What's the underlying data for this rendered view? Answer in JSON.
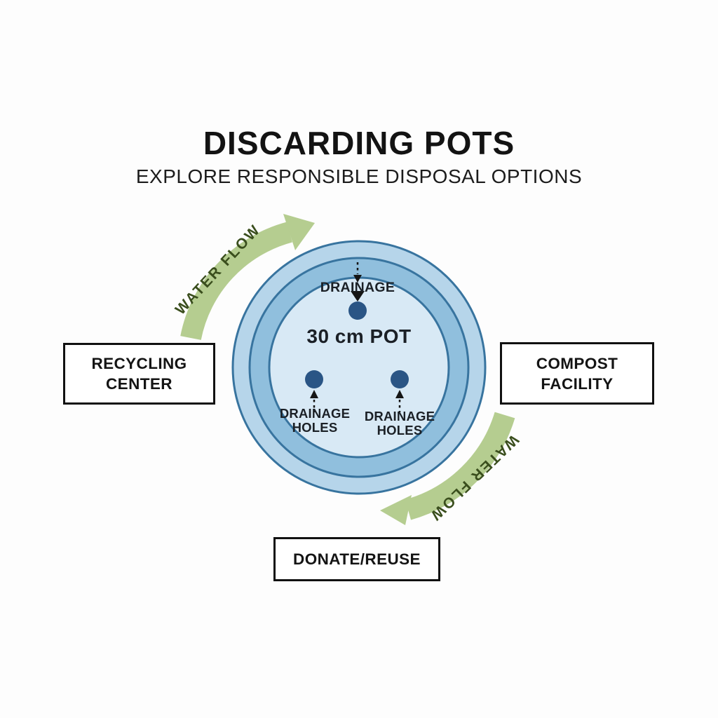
{
  "title": "DISCARDING POTS",
  "subtitle": "EXPLORE RESPONSIBLE DISPOSAL OPTIONS",
  "pot": {
    "size_label": "30 cm POT",
    "drainage_label": "DRAINAGE",
    "drainage_holes_label": "DRAINAGE\nHOLES",
    "hole_count": "3",
    "colors": {
      "outer_ring": "#b6d5ea",
      "middle_ring": "#90bfdd",
      "inner_fill": "#d8e9f5",
      "outline": "#38749f",
      "hole": "#2a5585"
    }
  },
  "flow": {
    "label": "WATER FLOW",
    "arrow_color": "#b5cd90",
    "text_color": "#3a4e1d",
    "direction": "clockwise"
  },
  "nodes": {
    "recycling": "RECYCLING\nCENTER",
    "compost": "COMPOST\nFACILITY",
    "donate": "DONATE/REUSE"
  }
}
